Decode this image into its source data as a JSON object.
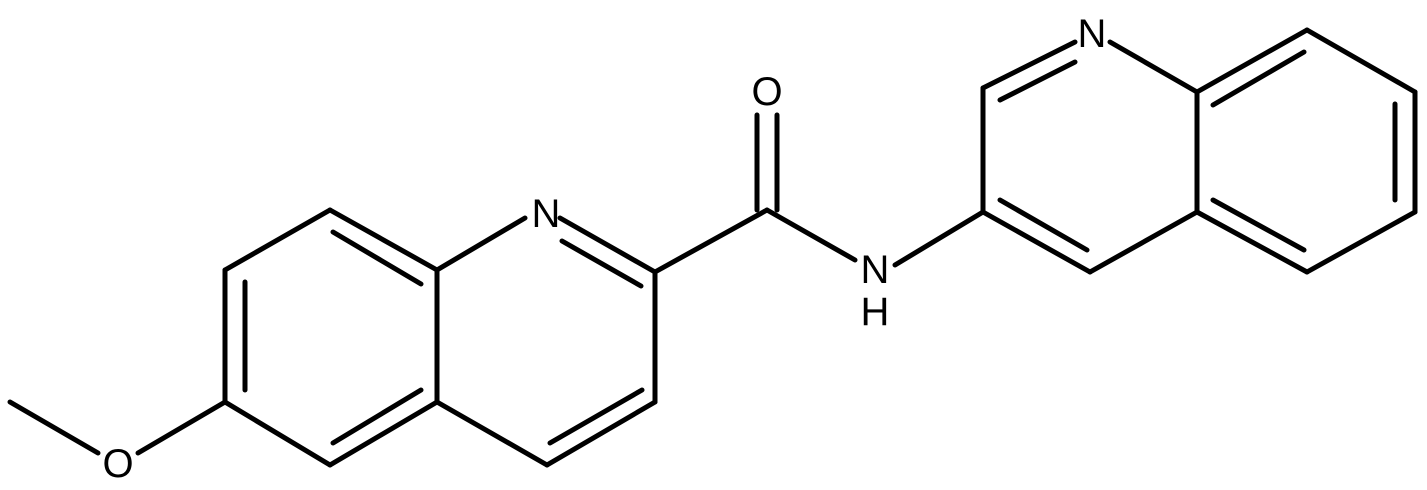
{
  "molecule": {
    "atoms": {
      "O_carbonyl": "O",
      "N_ring_left": "N",
      "N_amide": "N",
      "H_amide": "H",
      "N_ring_right": "N",
      "O_methoxy": "O"
    }
  },
  "colors": {
    "bond": "#000000",
    "label": "#000000",
    "background": "#ffffff"
  }
}
